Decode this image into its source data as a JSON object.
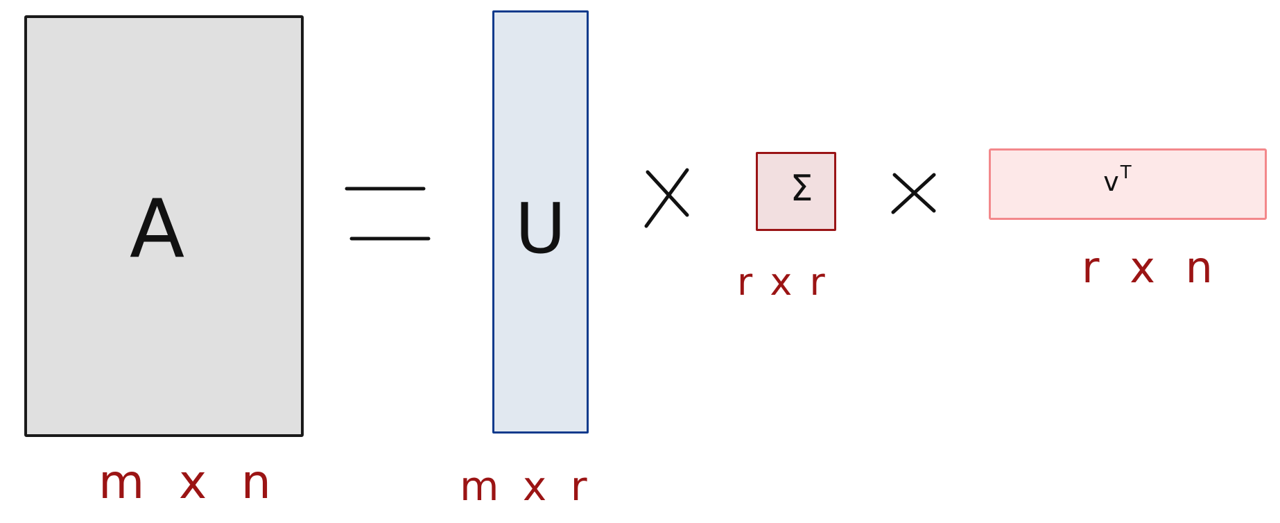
{
  "matrices": {
    "a": {
      "symbol": "A",
      "dimension": "m x n",
      "fill": "#e0e0e0",
      "stroke": "#1a1a1a"
    },
    "u": {
      "symbol": "U",
      "dimension": "m x r",
      "fill": "#e1e8f0",
      "stroke": "#0e3a8c"
    },
    "sigma": {
      "symbol": "Σ",
      "dimension": "r x r",
      "fill": "#f2dfe0",
      "stroke": "#9a1416"
    },
    "vt": {
      "symbol": "v",
      "superscript": "T",
      "dimension": "r x n",
      "fill": "#fde8e8",
      "stroke": "#f3888b"
    }
  },
  "operators": {
    "equals": "=",
    "times_1": "×",
    "times_2": "×"
  },
  "colors": {
    "dimension_text": "#9b1414",
    "operator_stroke": "#111111"
  }
}
